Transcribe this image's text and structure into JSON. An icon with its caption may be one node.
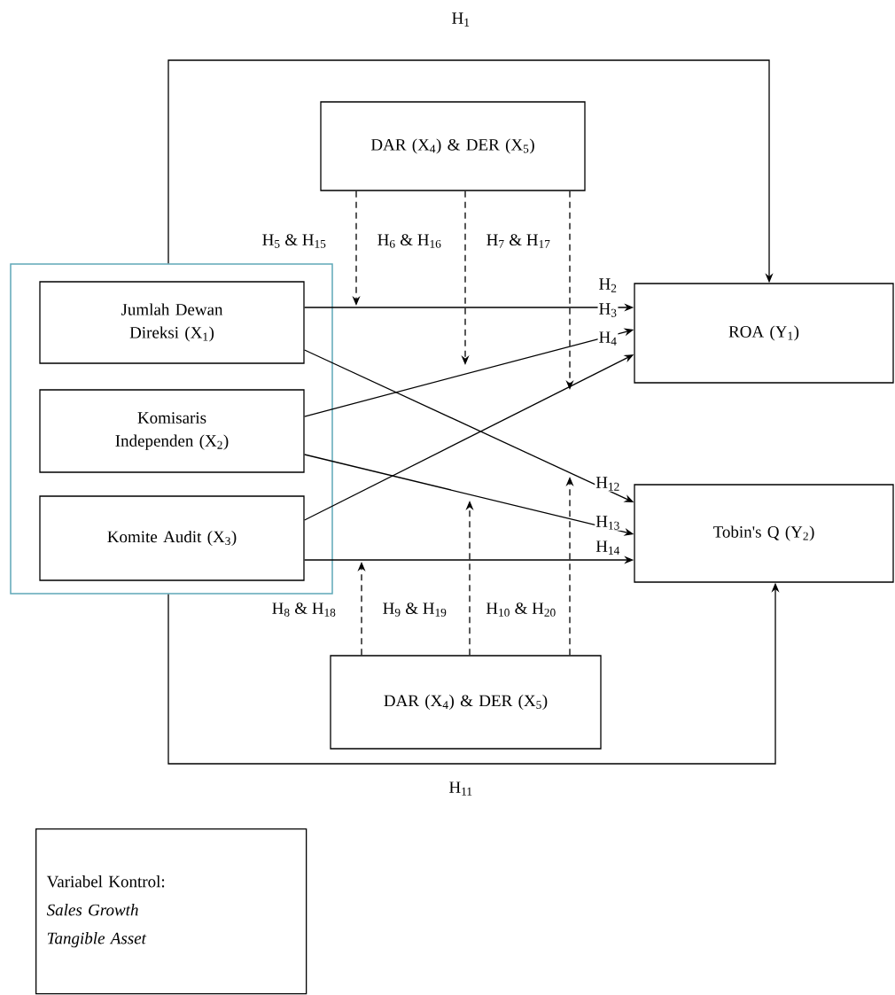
{
  "diagram": {
    "nodes": [
      {
        "text": [],
        "shape": "box"
      },
      {
        "text": [
          "Jumlah Dewan Direksi (X$_{1}$)"
        ],
        "in": 0
      },
      {
        "text": [
          "Komisaris Independen (X$_{2}$)"
        ],
        "in": 0
      },
      {
        "text": [
          "Komite Audit (X$_{3}$)"
        ],
        "in": 0
      },
      {
        "text": [
          "DAR (X$_{4}$) & DER (X$_{5}$)"
        ]
      },
      {
        "text": [
          "ROA (Y$_{1}$)"
        ]
      },
      {
        "text": [
          "Tobin's Q (Y$_{2}$)"
        ]
      },
      {
        "text": [
          "DAR (X$_{4}$) & DER (X$_{5}$)"
        ]
      },
      {
        "text": [
          "Variabel Kontrol:",
          "Sales Growth",
          "Tangible Asset"
        ]
      }
    ],
    "edges": [
      {
        "from": 0,
        "to": 5,
        "arrow": "to",
        "label": "H$_{1}$"
      },
      {
        "from": 1,
        "to": 5,
        "arrow": "to",
        "label": "H$_{2}$"
      },
      {
        "from": 2,
        "to": 5,
        "arrow": "to",
        "label": "H$_{3}$"
      },
      {
        "from": 3,
        "to": 5,
        "arrow": "to",
        "label": "H$_{4}$"
      },
      {
        "from": 4,
        "to": null,
        "arrow": "to",
        "style": "dashed",
        "label": "H$_{5}$ & H$_{15}$"
      },
      {
        "from": 4,
        "to": null,
        "arrow": "to",
        "style": "dashed",
        "label": "H$_{6}$ & H$_{16}$"
      },
      {
        "from": 4,
        "to": null,
        "arrow": "to",
        "style": "dashed",
        "label": "H$_{7}$ & H$_{17}$"
      },
      {
        "from": 7,
        "to": null,
        "arrow": "to",
        "style": "dashed",
        "label": "H$_{8}$ & H$_{18}$"
      },
      {
        "from": 7,
        "to": null,
        "arrow": "to",
        "style": "dashed",
        "label": "H$_{9}$ & H$_{19}$"
      },
      {
        "from": 7,
        "to": null,
        "arrow": "to",
        "style": "dashed",
        "label": "H$_{10}$ & H$_{20}$"
      },
      {
        "from": 0,
        "to": 6,
        "arrow": "to",
        "label": "H$_{11}$"
      },
      {
        "from": 1,
        "to": 6,
        "arrow": "to",
        "label": "H$_{12}$"
      },
      {
        "from": 2,
        "to": 6,
        "arrow": "to",
        "label": "H$_{13}$"
      },
      {
        "from": 3,
        "to": 6,
        "arrow": "to",
        "label": "H$_{14}$"
      }
    ]
  }
}
